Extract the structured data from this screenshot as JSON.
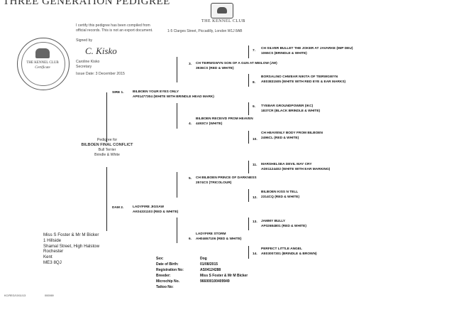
{
  "header": {
    "title": "THREE GENERATION PEDIGREE",
    "club_name": "THE KENNEL CLUB",
    "address": "1-5 Clarges Street, Piccadilly, London W1J 8AB"
  },
  "certification": {
    "text_line1": "I certify this pedigree has been compiled from",
    "text_line2": "official records. This is not an export document.",
    "signed_by_label": "Signed by",
    "signature": "C. Kisko",
    "signer_name": "Caroline Kisko",
    "signer_title": "Secretary",
    "issue_date": "Issue Date: 3 December 2015"
  },
  "seal": {
    "name": "THE KENNEL CLUB",
    "subtitle": "Certificate"
  },
  "subject": {
    "pedigree_for": "Pedigree for",
    "name": "BILBOEN FINAL CONFLICT",
    "breed": "Bull Terrier",
    "colour": "Brindle & White"
  },
  "parents": {
    "sire_label": "SIRE 1.",
    "sire_name": "BILBOEN YOUR EYES ONLY",
    "sire_reg": "AP01477304 (WHITE WITH BRINDLE HEAD MARK)",
    "dam_label": "DAM 2.",
    "dam_name": "LADYFIRE JIGSAW",
    "dam_reg": "AK04331103 (RED & WHITE)"
  },
  "grandparents": {
    "g3_num": "3.",
    "g3_name": "CH TEIRWGWYN SON OF A GUN AT MEILOW (JW)",
    "g3_reg": "3936CS (RED & WHITE)",
    "g4_num": "4.",
    "g4_name": "BILBOEN RECEIVD FROM HEAVEN",
    "g4_reg": "4493CV (WHITE)",
    "g5_num": "5.",
    "g5_name": "CH BILBOEN PRINCE OF DARKNESS",
    "g5_reg": "2574CS (TRICOLOUR)",
    "g6_num": "6.",
    "g6_name": "LADYFIRE STORM",
    "g6_reg": "AH04657106 (RED & WHITE)"
  },
  "great_grandparents": {
    "gg7_num": "7.",
    "gg7_name": "CH SILVER BULLET THE JOKER AT JAVARKE (IMP DEU)",
    "gg7_reg": "1065CS (BRINDLE & WHITE)",
    "gg8_num": "8.",
    "gg8_name": "BORSALINO CHWEAR NIKITA OF TEIRWGWYN",
    "gg8_reg": "AE03831505 (WHITE WITH RED EYE & EAR MARKS)",
    "gg9_num": "9.",
    "gg9_name": "TYEBAR GROUNDPOWER (IKC)",
    "gg9_reg": "1837CR (BLACK BRINDLE & WHITE)",
    "gg10_num": "10.",
    "gg10_name": "CH HEAVENLY BODY FROM BILBOEN",
    "gg10_reg": "2496CL (RED & WHITE)",
    "gg11_num": "11.",
    "gg11_name": "MARSHELSEA DEVIL MAY CRY",
    "gg11_reg": "AD01124402 (WHITE WITH EAR MARKING)",
    "gg12_num": "12.",
    "gg12_name": "BILBOEN KISS N TELL",
    "gg12_reg": "2314CQ (RED & WHITE)",
    "gg13_num": "13.",
    "gg13_name": "JAMMY BULLY",
    "gg13_reg": "AF02684801 (RED & WHITE)",
    "gg14_num": "14.",
    "gg14_name": "PERFECT LITTLE ANGEL",
    "gg14_reg": "AE03007301 (BRINDLE & BROWN)"
  },
  "owner": {
    "line1": "Miss S Foster & Mr M Bicker",
    "line2": "1 Hillside",
    "line3": "Shamal Street, High Halstow",
    "line4": "Rochester",
    "line5": "Kent",
    "line6": "ME3 8QJ"
  },
  "details": {
    "sex_label": "Sex:",
    "sex": "Dog",
    "dob_label": "Date of Birth:",
    "dob": "01/08/2015",
    "reg_label": "Registration No:",
    "reg": "AS04124288",
    "breeder_label": "Breeder:",
    "breeder": "Miss S Foster & Mr M Bicker",
    "microchip_label": "Microchip No.",
    "microchip": "966000100409949",
    "tattoo_label": "Tattoo No:"
  },
  "footer": {
    "form_code": "KC/REG/10/11/13",
    "doc_number": "000069"
  }
}
